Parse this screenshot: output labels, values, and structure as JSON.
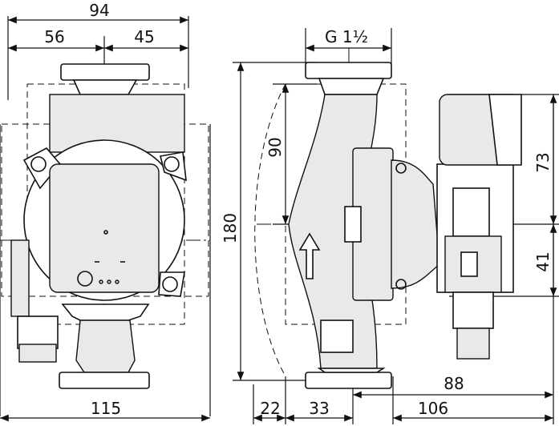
{
  "dimensions": {
    "top_width": "94",
    "top_left": "56",
    "top_right": "45",
    "bottom_width": "115",
    "height_total": "180",
    "inner_height": "90",
    "thread": "G 1½",
    "right_upper": "73",
    "right_lower": "41",
    "depth_88": "88",
    "bottom_22": "22",
    "bottom_33": "33",
    "bottom_106": "106"
  }
}
